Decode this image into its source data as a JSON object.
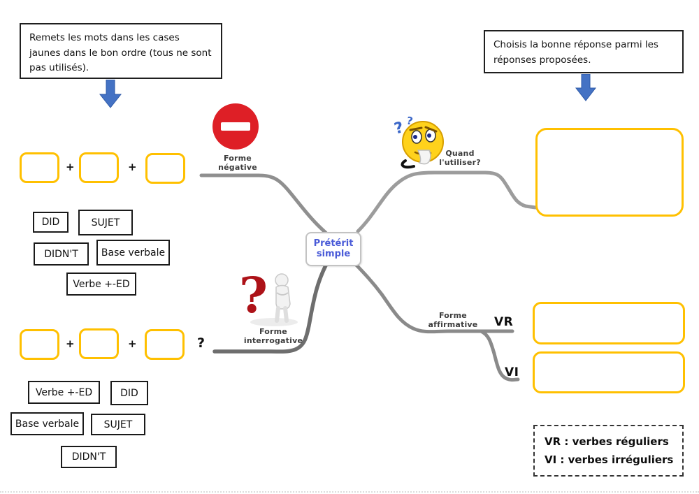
{
  "instructions": {
    "left": "Remets les mots dans les cases jaunes dans le bon ordre (tous ne sont pas utilisés).",
    "right": "Choisis la bonne réponse parmi les réponses proposées."
  },
  "mindmap": {
    "center": "Prétérit simple",
    "branch_negative": "Forme négative",
    "branch_when": "Quand l'utiliser?",
    "branch_interrogative": "Forme interrogative",
    "branch_affirmative": "Forme affirmative",
    "vr_label": "VR",
    "vi_label": "VI"
  },
  "operators": {
    "plus": "+",
    "question_mark": "?"
  },
  "word_bank_negative": [
    "DID",
    "SUJET",
    "DIDN'T",
    "Base verbale",
    "Verbe +-ED"
  ],
  "word_bank_interrogative": [
    "Verbe +-ED",
    "DID",
    "Base verbale",
    "SUJET",
    "DIDN'T"
  ],
  "legend": {
    "vr": "VR : verbes réguliers",
    "vi": "VI : verbes irréguliers"
  },
  "icons": {
    "no_entry": "no-entry-sign",
    "thinking_emoji": "thinking-smiley-with-question-marks",
    "question_figure": "red-question-mark-with-figure",
    "down_arrow": "blue-down-arrow"
  },
  "colors": {
    "box_yellow": "#FFC000",
    "arrow_blue": "#4472C4",
    "sign_red": "#DE1F26",
    "center_text_blue": "#4A5BD8",
    "line_gray": "#8F8F8F"
  }
}
